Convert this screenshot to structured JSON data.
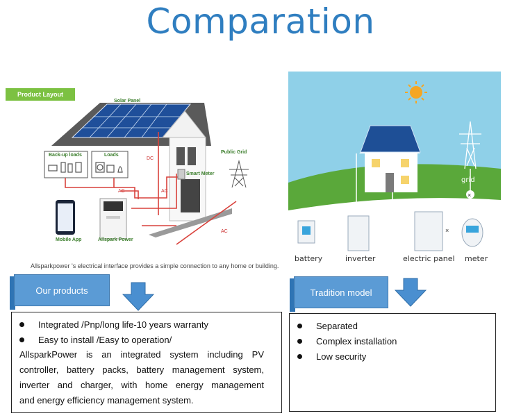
{
  "title": "Comparation",
  "left_illustration": {
    "tag": "Product Layout",
    "solar_panel": "Solar Panel",
    "backup_loads": "Back-up loads",
    "loads": "Loads",
    "public_grid": "Public Grid",
    "smart_meter": "Smart Meter",
    "dc": "DC",
    "ac": "AC",
    "mobile_app": "Mobile App",
    "allspark_power": "Allspark Power",
    "caption": "Allsparkpower 's electrical interface provides a simple connection to any home or building."
  },
  "right_illustration": {
    "grid": "grid",
    "battery": "battery",
    "inverter": "inverter",
    "electric_panel": "electric panel",
    "meter": "meter"
  },
  "our_products": {
    "banner": "Our products",
    "bullets": [
      "Integrated /Pnp/long life-10 years warranty",
      "Easy to install /Easy to operation/"
    ],
    "paragraph": [
      "AllsparkPower is an integrated system including PV",
      "controller, battery packs, battery management system,",
      "inverter and charger, with home energy management",
      "and energy efficiency management system."
    ]
  },
  "tradition_model": {
    "banner": "Tradition model",
    "bullets": [
      "Separated",
      "Complex installation",
      "Low security"
    ]
  },
  "colors": {
    "title": "#2f7ec0",
    "banner": "#5b9bd5",
    "arrow": "#4a8fd0",
    "sky": "#8fd0e8",
    "grass": "#5aa83a"
  }
}
